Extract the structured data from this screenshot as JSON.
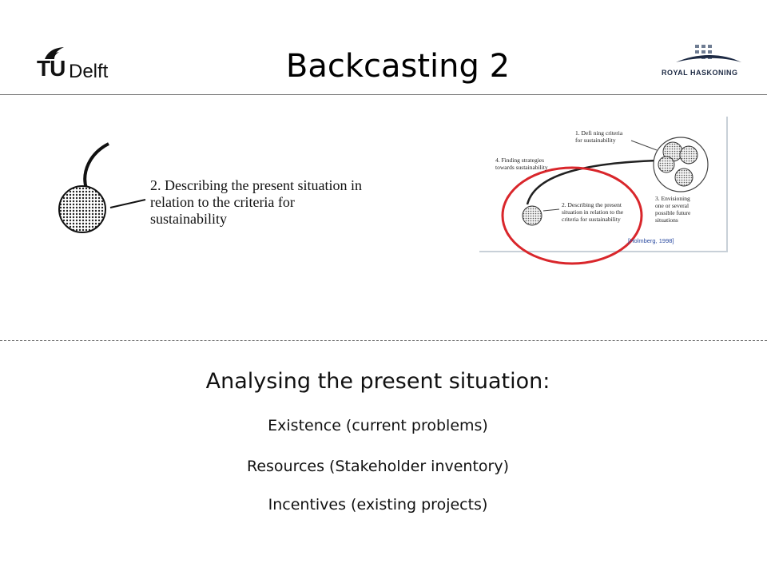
{
  "header": {
    "title": "Backcasting 2",
    "left_logo": {
      "tu": "TU",
      "delft": "Delft"
    },
    "right_logo": {
      "name": "ROYAL HASKONING"
    }
  },
  "left_figure": {
    "caption": "2. Describing the present situation in relation to the criteria for sustainability"
  },
  "right_figure": {
    "label_1": "1. Defi  ning criteria\nfor sustainability",
    "label_2": "2. Describing the present\nsituation in relation to the\ncriteria for sustainability",
    "label_3": "3. Envisioning\none or several\npossible future\nsituations",
    "label_4": "4. Finding strategies\ntowards sustainability",
    "citation": "[Holmberg, 1998]",
    "highlight_color": "#d9262b"
  },
  "main": {
    "heading": "Analysing the present situation:",
    "items": [
      "Existence (current problems)",
      "Resources (Stakeholder inventory)",
      "Incentives (existing projects)"
    ]
  }
}
